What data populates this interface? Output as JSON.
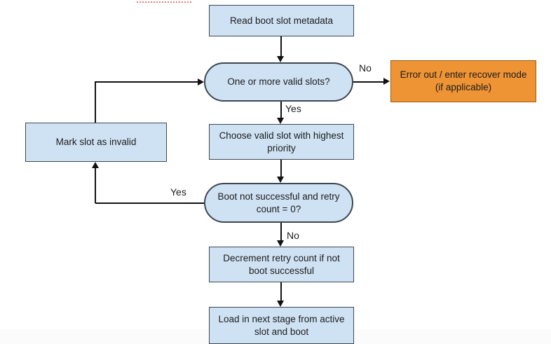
{
  "palette": {
    "background": "#ffffff",
    "node_fill": "#cfe2f3",
    "node_border": "#3d4751",
    "error_fill": "#ee9435",
    "error_border": "#9c5e13",
    "arrow": "#111111",
    "text": "#1c1c1c",
    "artifact": "#e07a7a"
  },
  "nodes": [
    {
      "id": "read-metadata",
      "type": "process",
      "label": "Read boot slot metadata"
    },
    {
      "id": "valid-slots",
      "type": "decision",
      "label": "One or more valid slots?"
    },
    {
      "id": "error-recover",
      "type": "error",
      "label": "Error out / enter recover mode (if applicable)"
    },
    {
      "id": "choose-slot",
      "type": "process",
      "label": "Choose valid slot with highest priority"
    },
    {
      "id": "mark-invalid",
      "type": "process",
      "label": "Mark slot as invalid"
    },
    {
      "id": "boot-check",
      "type": "decision",
      "label": "Boot not successful and retry count = 0?"
    },
    {
      "id": "decrement-retry",
      "type": "process",
      "label": "Decrement retry count if not boot successful"
    },
    {
      "id": "load-next-stage",
      "type": "process",
      "label": "Load in next stage from active slot and boot"
    }
  ],
  "edges": {
    "valid_no": {
      "label": "No"
    },
    "valid_yes": {
      "label": "Yes"
    },
    "boot_yes": {
      "label": "Yes"
    },
    "boot_no": {
      "label": "No"
    }
  }
}
